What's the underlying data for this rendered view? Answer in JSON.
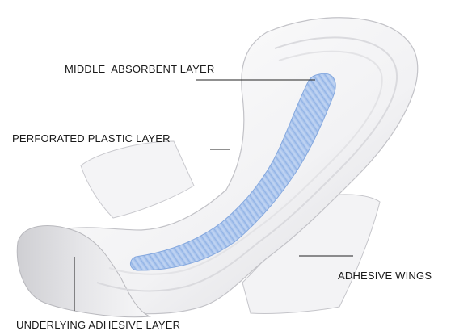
{
  "labels": {
    "middle_absorbent": "MIDDLE  ABSORBENT LAYER",
    "perforated_plastic": "PERFORATED PLASTIC LAYER",
    "adhesive_wings": "ADHESIVE WINGS",
    "underlying_adhesive": "UNDERLYING ADHESIVE LAYER"
  },
  "colors": {
    "pad": "#f5f5f6",
    "pad_shadow": "#c8c8cc",
    "absorbent": "#a9c4ec",
    "leader": "#222222"
  }
}
